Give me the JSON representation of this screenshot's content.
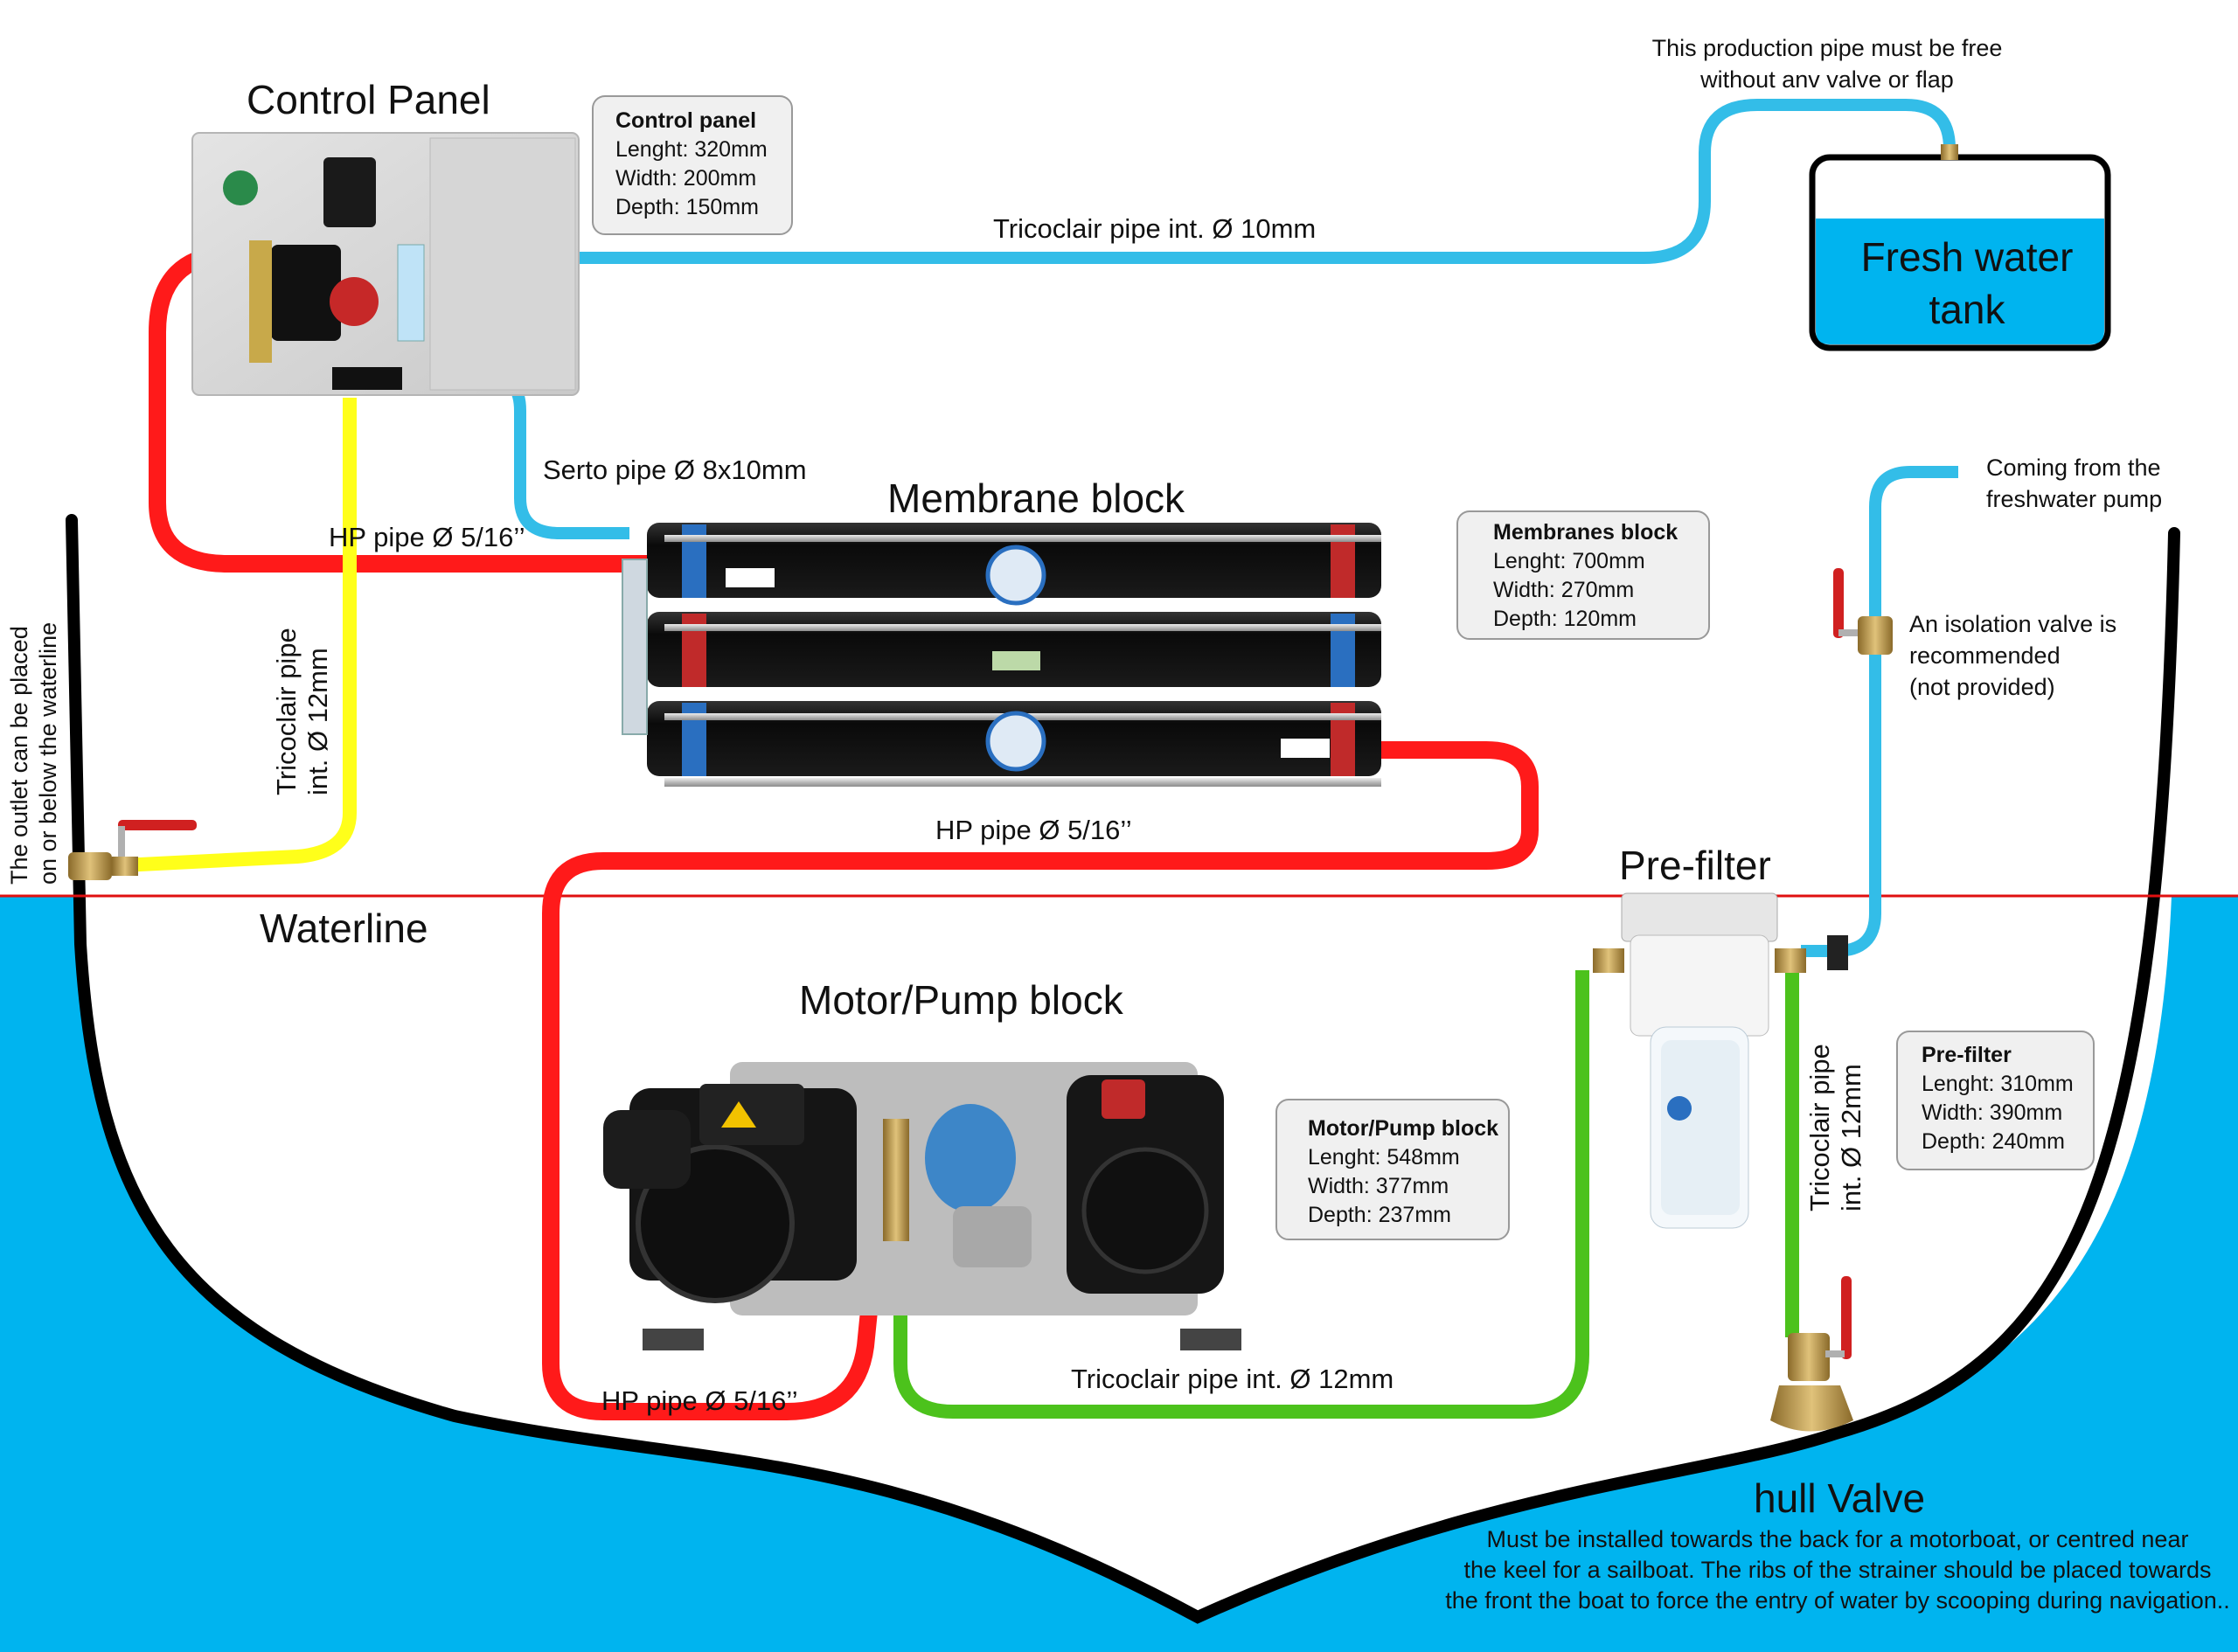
{
  "colors": {
    "water": "#00b4ef",
    "hp_pipe": "#ff1a1a",
    "tricoclair_green": "#4cc21c",
    "tricoclair_yellow": "#ffff1a",
    "freshwater_blue": "#33bde8",
    "hull": "#000000",
    "waterline": "#e01010"
  },
  "titles": {
    "control_panel": "Control Panel",
    "membrane_block": "Membrane block",
    "motor_pump_block": "Motor/Pump block",
    "pre_filter": "Pre-filter",
    "hull_valve": "hull Valve",
    "waterline": "Waterline",
    "fresh_tank_line1": "Fresh water",
    "fresh_tank_line2": "tank"
  },
  "spec_boxes": {
    "control_panel": {
      "title": "Control panel",
      "length": "Lenght: 320mm",
      "width": "Width: 200mm",
      "depth": "Depth: 150mm"
    },
    "membranes_block": {
      "title": "Membranes block",
      "length": "Lenght: 700mm",
      "width": "Width: 270mm",
      "depth": "Depth: 120mm"
    },
    "motor_pump_block": {
      "title": "Motor/Pump block",
      "length": "Lenght: 548mm",
      "width": "Width: 377mm",
      "depth": "Depth: 237mm"
    },
    "pre_filter": {
      "title": "Pre-filter",
      "length": "Lenght: 310mm",
      "width": "Width: 390mm",
      "depth": "Depth: 240mm"
    }
  },
  "pipe_labels": {
    "tricoclair_10": "Tricoclair pipe int. Ø 10mm",
    "serto": "Serto pipe Ø 8x10mm",
    "hp_top": "HP pipe Ø 5/16’’",
    "hp_middle": "HP pipe Ø 5/16’’",
    "hp_bottom": "HP pipe Ø 5/16’’",
    "tricoclair_12_bottom": "Tricoclair pipe int. Ø 12mm",
    "tricoclair_12_left_line1": "Tricoclair pipe",
    "tricoclair_12_left_line2": "int. Ø 12mm",
    "tricoclair_12_right_line1": "Tricoclair pipe",
    "tricoclair_12_right_line2": "int. Ø 12mm"
  },
  "notes": {
    "production_line1": "This production pipe must be free",
    "production_line2": "without anv valve or flap",
    "freshwater_line1": "Coming from the",
    "freshwater_line2": "freshwater pump",
    "isolation_line1": "An isolation valve is",
    "isolation_line2": "recommended",
    "isolation_line3": "(not provided)",
    "outlet_line1": "The outlet can be placed",
    "outlet_line2": "on or below the waterline",
    "hull_line1": "Must be installed towards the back for a motorboat, or centred near",
    "hull_line2": "the keel for a sailboat. The ribs of the strainer should be placed towards",
    "hull_line3": "the front the boat to force the entry of water by scooping during navigation.."
  }
}
